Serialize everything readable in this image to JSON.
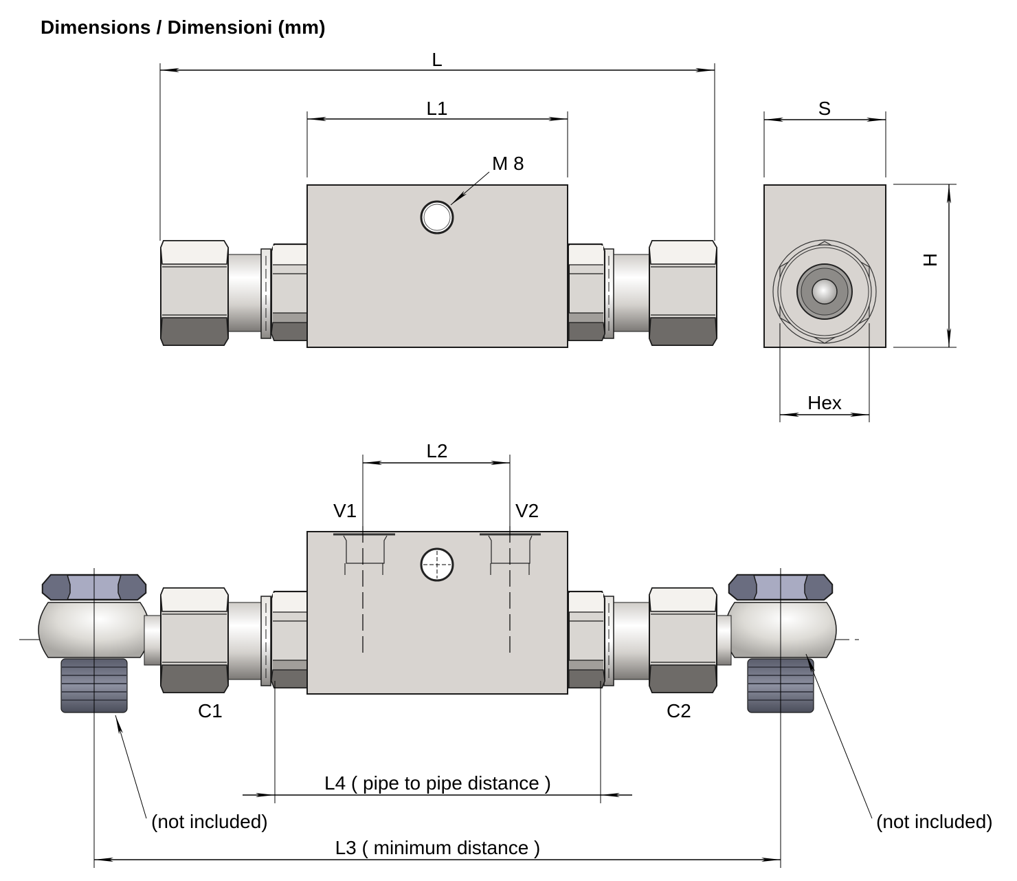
{
  "title": "Dimensions / Dimensioni (mm)",
  "top_view": {
    "dimensions": {
      "overall_length": "L",
      "body_length": "L1",
      "thread_callout": "M 8"
    }
  },
  "side_view": {
    "dimensions": {
      "width": "S",
      "height": "H",
      "hex": "Hex"
    }
  },
  "installed_view": {
    "port_spacing": "L2",
    "ports": [
      "V1",
      "V2"
    ],
    "connections": [
      "C1",
      "C2"
    ],
    "pipe_to_pipe": "L4 ( pipe to pipe distance )",
    "minimum_distance": "L3 ( minimum distance )",
    "fittings_note_left": "(not included)",
    "fittings_note_right": "(not included)"
  },
  "colors": {
    "body_fill": "#d8d4d0",
    "nut_light": "#f4f2ee",
    "nut_mid": "#d9d6d2",
    "nut_dark": "#6e6b68",
    "banjo_nut": "#a9abc2",
    "banjo_nut_dark": "#6a6d80",
    "thread_dark": "#5a5d6c"
  }
}
